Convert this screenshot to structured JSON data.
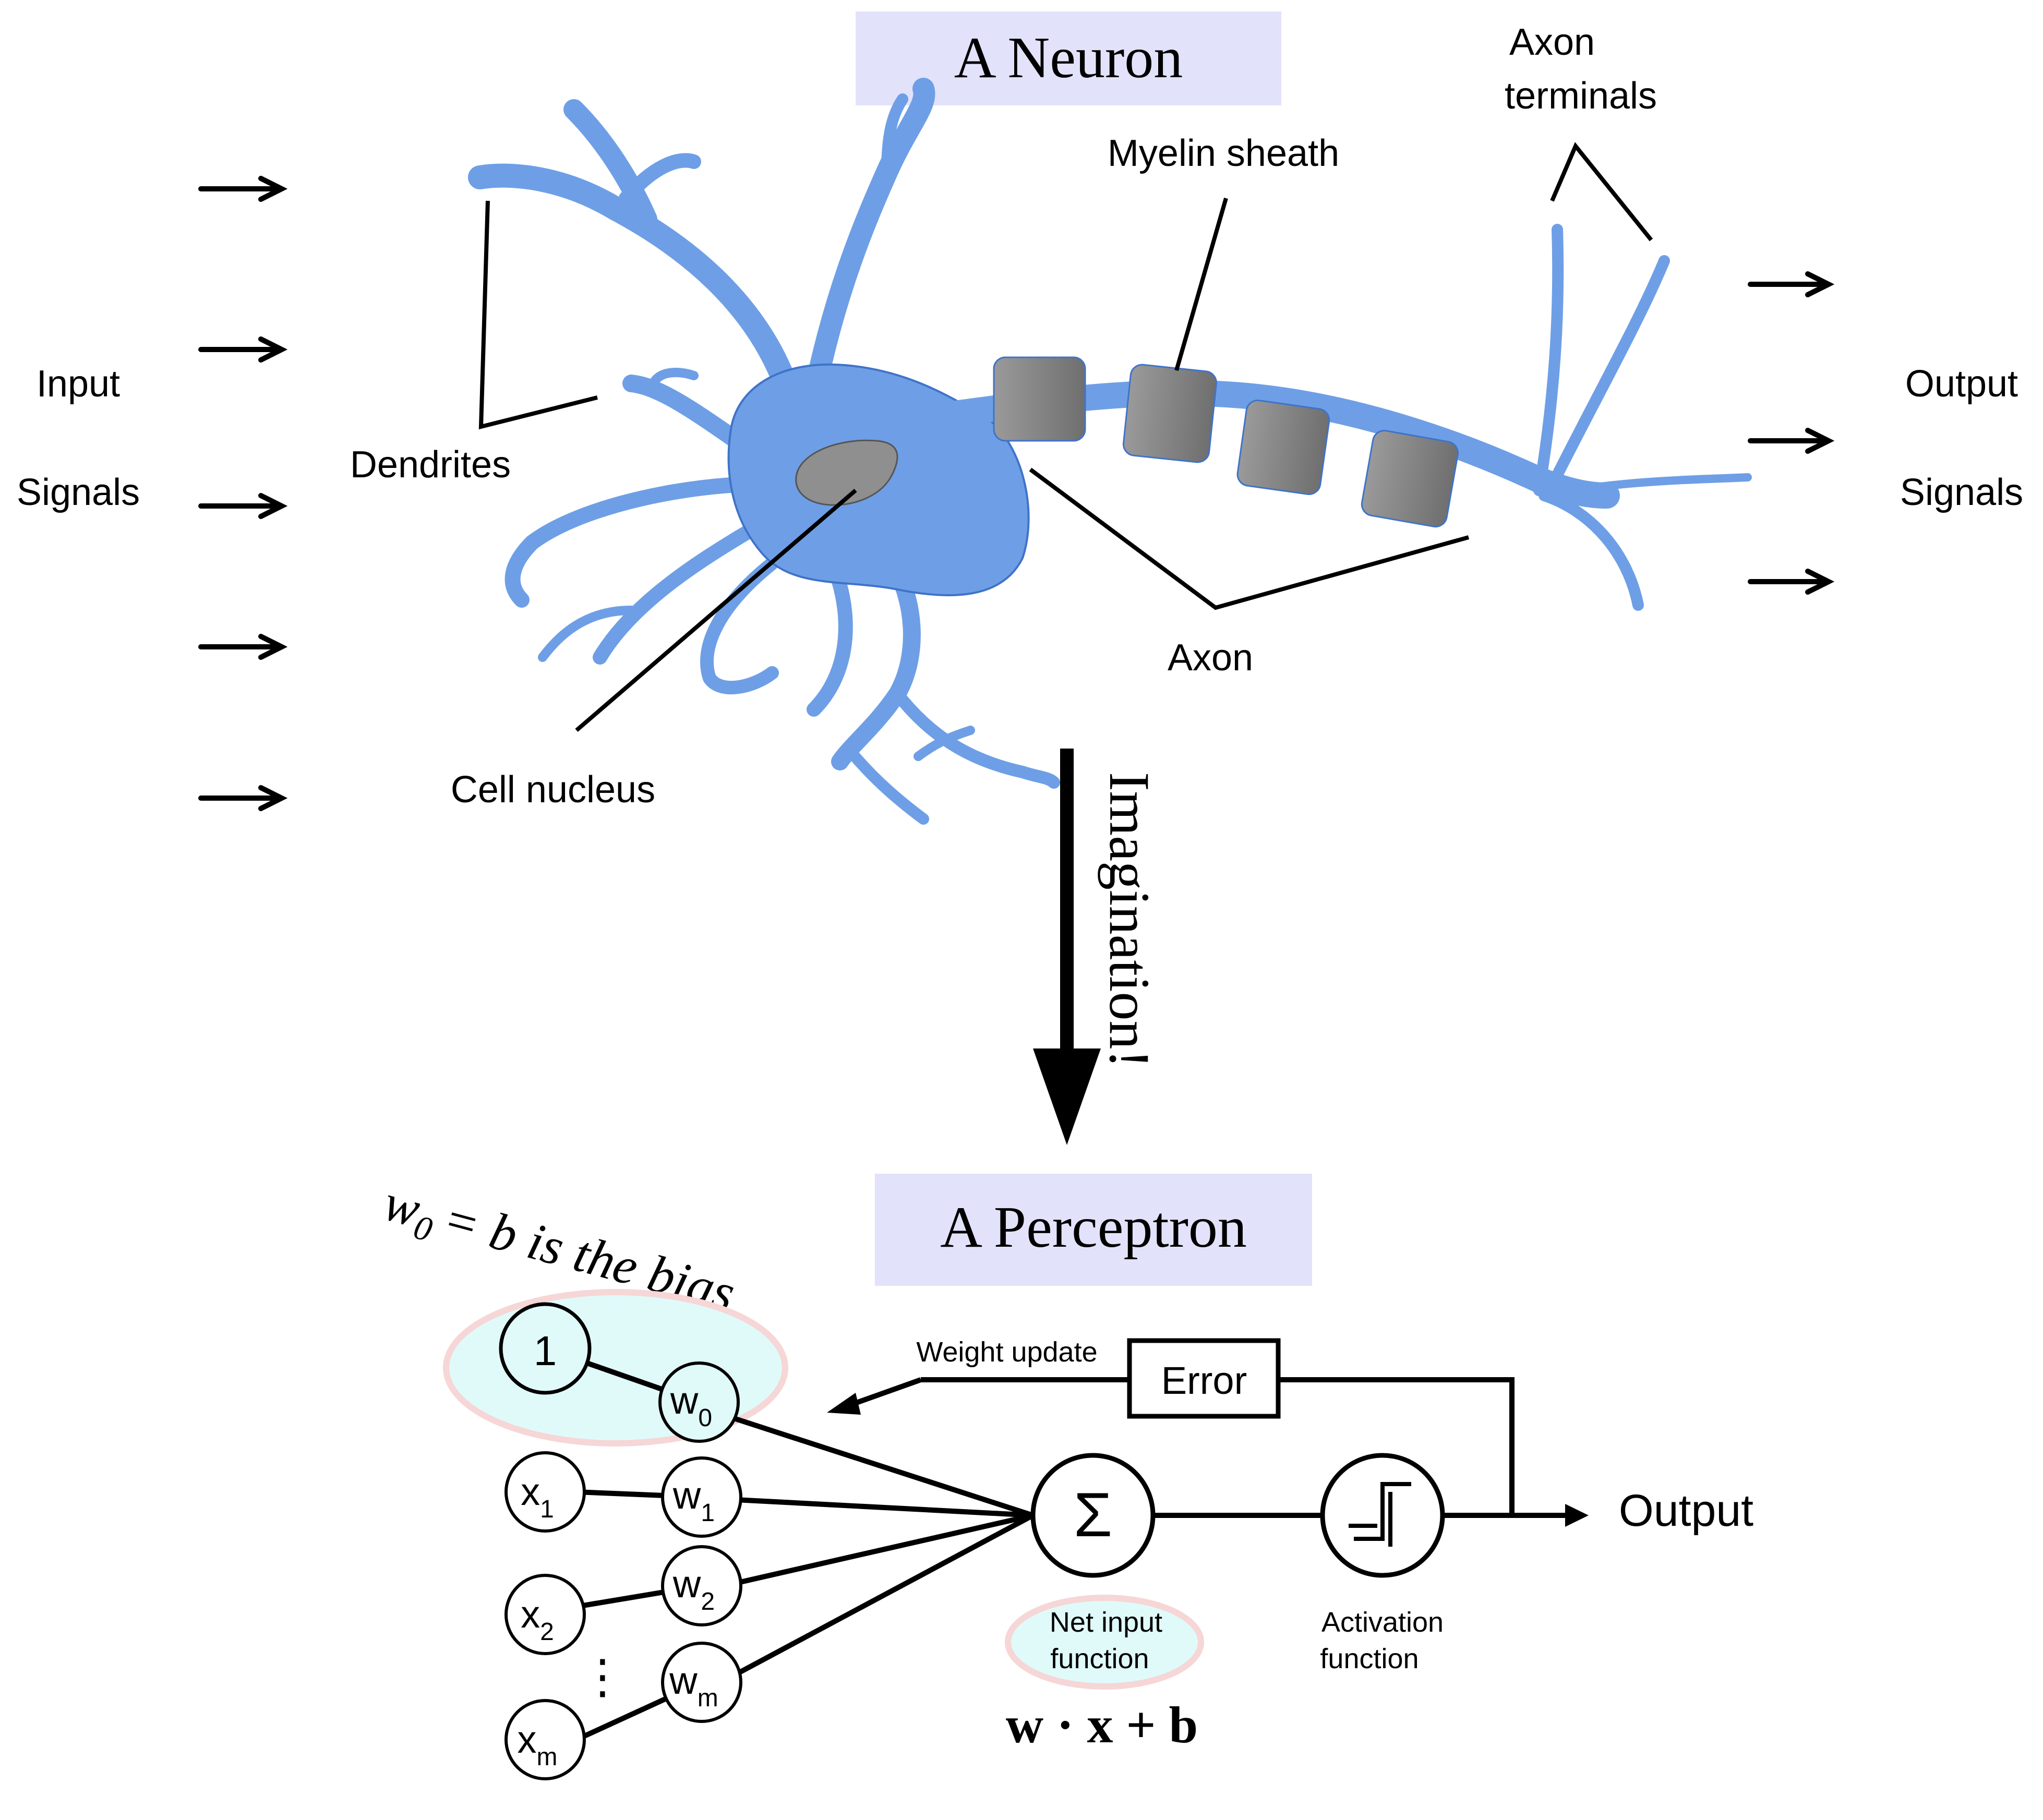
{
  "colors": {
    "neuron_fill": "#6e9fe6",
    "neuron_stroke": "#3f73c9",
    "myelin_fill": "#8a8a8a",
    "nucleus_fill": "#8f8f8f",
    "title_box": "#e2e2fb",
    "bias_highlight": "#e0fafa",
    "highlight_ring": "#f6d6d6"
  },
  "neuron": {
    "title": "A Neuron",
    "labels": {
      "axon_terminals_line1": "Axon",
      "axon_terminals_line2": "terminals",
      "myelin_sheath": "Myelin sheath",
      "dendrites": "Dendrites",
      "cell_nucleus": "Cell nucleus",
      "axon": "Axon"
    },
    "input_label_line1": "Input",
    "input_label_line2": "Signals",
    "output_label_line1": "Output",
    "output_label_line2": "Signals"
  },
  "transition": {
    "label": "Imagination!"
  },
  "perceptron": {
    "title": "A Perceptron",
    "bias_note": {
      "var": "w",
      "sub": "0",
      "rest": "= b is the bias"
    },
    "input_nodes": [
      {
        "base": "1",
        "sub": ""
      },
      {
        "base": "x",
        "sub": "1"
      },
      {
        "base": "x",
        "sub": "2"
      },
      {
        "base": "x",
        "sub": "m"
      }
    ],
    "weight_nodes": [
      {
        "base": "w",
        "sub": "0"
      },
      {
        "base": "w",
        "sub": "1"
      },
      {
        "base": "w",
        "sub": "2"
      },
      {
        "base": "w",
        "sub": "m"
      }
    ],
    "ellipsis": "⋮",
    "sum_symbol": "Σ",
    "net_input_line1": "Net input",
    "net_input_line2": "function",
    "net_input_formula": "w · x + b",
    "activation_line1": "Activation",
    "activation_line2": "function",
    "error_label": "Error",
    "weight_update_label": "Weight update",
    "output_label": "Output"
  }
}
